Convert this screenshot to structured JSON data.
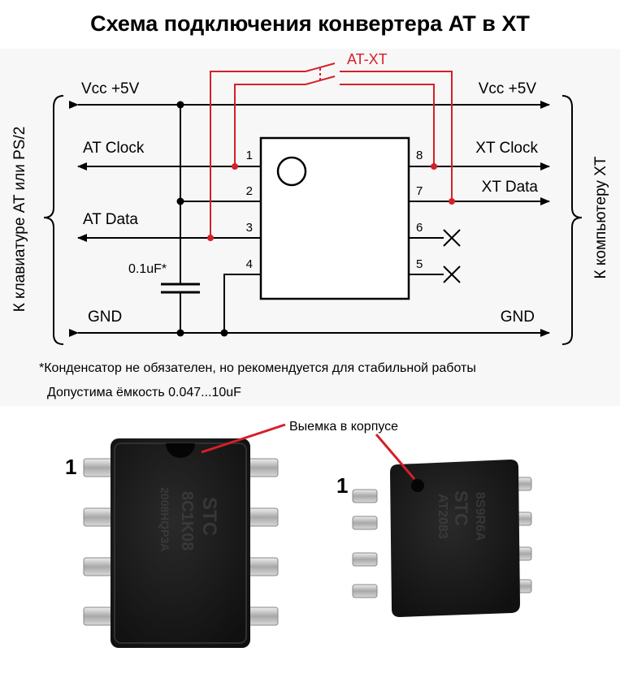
{
  "title": "Схема подключения конвертера AT в XT",
  "switch_label": "AT-XT",
  "left_side": {
    "group_label": "К клавиатуре AT или PS/2",
    "vcc": "Vcc +5V",
    "clock": "AT Clock",
    "data": "AT Data",
    "gnd": "GND"
  },
  "right_side": {
    "group_label": "К компьютеру XT",
    "vcc": "Vcc +5V",
    "clock": "XT Clock",
    "data": "XT Data",
    "gnd": "GND"
  },
  "capacitor_label": "0.1uF*",
  "pins": [
    "1",
    "2",
    "3",
    "4",
    "5",
    "6",
    "7",
    "8"
  ],
  "footnote_line1": "*Конденсатор не обязателен, но рекомендуется для стабильной работы",
  "footnote_line2": "Допустима ёмкость 0.047...10uF",
  "notch_label": "Выемка в корпусе",
  "pin1_marker_dip": "1",
  "pin1_marker_soic": "1",
  "colors": {
    "red_wire": "#d4202a",
    "diagram_bg": "#f7f7f7"
  }
}
